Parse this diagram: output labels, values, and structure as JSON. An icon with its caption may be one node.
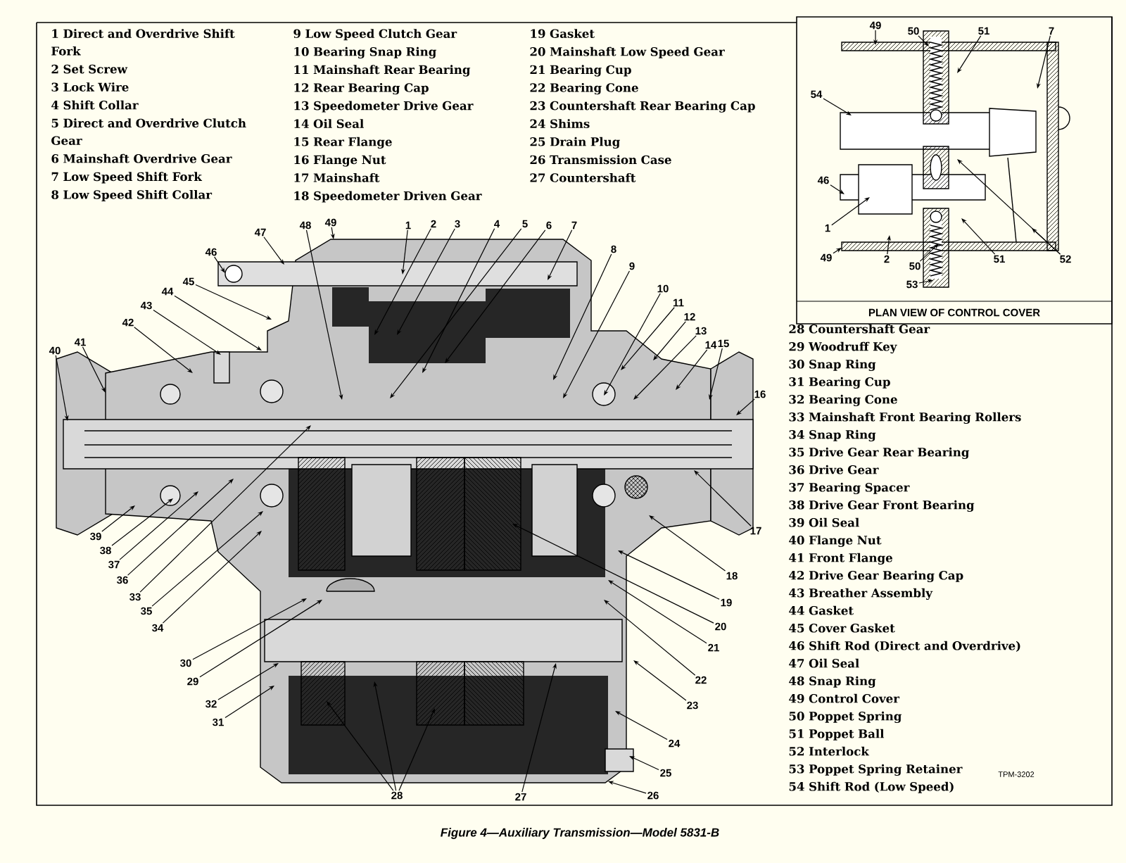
{
  "diagram": {
    "caption": "Figure 4—Auxiliary Transmission—Model 5831-B",
    "nodes": [
      {
        "text": [],
        "shape": "picture"
      },
      {
        "text": [],
        "shape": "picture"
      },
      {
        "text": [
          "1"
        ]
      },
      {
        "text": [
          "2"
        ]
      },
      {
        "text": [
          "3"
        ]
      },
      {
        "text": [
          "4"
        ]
      },
      {
        "text": [
          "5"
        ]
      },
      {
        "text": [
          "6"
        ]
      },
      {
        "text": [
          "7"
        ]
      },
      {
        "text": [
          "8"
        ]
      },
      {
        "text": [
          "9"
        ]
      },
      {
        "text": [
          "10"
        ]
      },
      {
        "text": [
          "11"
        ]
      },
      {
        "text": [
          "12"
        ]
      },
      {
        "text": [
          "13"
        ]
      },
      {
        "text": [
          "14"
        ]
      },
      {
        "text": [
          "15"
        ]
      },
      {
        "text": [
          "16"
        ]
      },
      {
        "text": [
          "17"
        ]
      },
      {
        "text": [
          "18"
        ]
      },
      {
        "text": [
          "19"
        ]
      },
      {
        "text": [
          "20"
        ]
      },
      {
        "text": [
          "21"
        ]
      },
      {
        "text": [
          "22"
        ]
      },
      {
        "text": [
          "23"
        ]
      },
      {
        "text": [
          "24"
        ]
      },
      {
        "text": [
          "25"
        ]
      },
      {
        "text": [
          "26"
        ]
      },
      {
        "text": [
          "27"
        ]
      },
      {
        "text": [
          "28"
        ]
      },
      {
        "text": [
          "29"
        ]
      },
      {
        "text": [
          "30"
        ]
      },
      {
        "text": [
          "31"
        ]
      },
      {
        "text": [
          "32"
        ]
      },
      {
        "text": [
          "33"
        ]
      },
      {
        "text": [
          "34"
        ]
      },
      {
        "text": [
          "35"
        ]
      },
      {
        "text": [
          "36"
        ]
      },
      {
        "text": [
          "37"
        ]
      },
      {
        "text": [
          "38"
        ]
      },
      {
        "text": [
          "39"
        ]
      },
      {
        "text": [
          "40"
        ]
      },
      {
        "text": [
          "41"
        ]
      },
      {
        "text": [
          "42"
        ]
      },
      {
        "text": [
          "43"
        ]
      },
      {
        "text": [
          "44"
        ]
      },
      {
        "text": [
          "45"
        ]
      },
      {
        "text": [
          "46"
        ]
      },
      {
        "text": [
          "47"
        ]
      },
      {
        "text": [
          "48"
        ]
      },
      {
        "text": [
          "49"
        ]
      },
      {
        "text": [
          "49"
        ]
      },
      {
        "text": [
          "50"
        ]
      },
      {
        "text": [
          "51"
        ]
      },
      {
        "text": [
          "7"
        ]
      },
      {
        "text": [
          "54"
        ]
      },
      {
        "text": [
          "46"
        ]
      },
      {
        "text": [
          "1"
        ]
      },
      {
        "text": [
          "2"
        ],
        "in": 1
      },
      {
        "text": [
          "49"
        ]
      },
      {
        "text": [
          "50"
        ],
        "in": 1
      },
      {
        "text": [
          "51"
        ],
        "in": 1
      },
      {
        "text": [
          "52"
        ],
        "in": 1
      },
      {
        "text": [
          "53"
        ],
        "in": 1
      }
    ],
    "edges": [
      {
        "from": 2,
        "to": 0,
        "arrow": "to"
      },
      {
        "from": 3,
        "to": 0,
        "arrow": "to"
      },
      {
        "from": 4,
        "to": 0,
        "arrow": "to"
      },
      {
        "from": 5,
        "to": 0,
        "arrow": "to"
      },
      {
        "from": 6,
        "to": 0,
        "arrow": "to"
      },
      {
        "from": 7,
        "to": 0,
        "arrow": "to"
      },
      {
        "from": 8,
        "to": 0,
        "arrow": "to"
      },
      {
        "from": 9,
        "to": 0,
        "arrow": "to"
      },
      {
        "from": 10,
        "to": 0,
        "arrow": "to"
      },
      {
        "from": 11,
        "to": 0,
        "arrow": "to"
      },
      {
        "from": 12,
        "to": 0,
        "arrow": "to"
      },
      {
        "from": 13,
        "to": 0,
        "arrow": "to"
      },
      {
        "from": 14,
        "to": 0,
        "arrow": "to"
      },
      {
        "from": 15,
        "to": 0,
        "arrow": "to"
      },
      {
        "from": 16,
        "to": 0,
        "arrow": "to"
      },
      {
        "from": 17,
        "to": 0,
        "arrow": "to"
      },
      {
        "from": 18,
        "to": 0,
        "arrow": "to"
      },
      {
        "from": 19,
        "to": 0,
        "arrow": "to"
      },
      {
        "from": 20,
        "to": 0,
        "arrow": "to"
      },
      {
        "from": 21,
        "to": 0,
        "arrow": "to"
      },
      {
        "from": 22,
        "to": 0,
        "arrow": "to"
      },
      {
        "from": 23,
        "to": 0,
        "arrow": "to"
      },
      {
        "from": 24,
        "to": 0,
        "arrow": "to"
      },
      {
        "from": 25,
        "to": 0,
        "arrow": "to"
      },
      {
        "from": 26,
        "to": 0,
        "arrow": "to"
      },
      {
        "from": 27,
        "to": 0,
        "arrow": "to"
      },
      {
        "from": 28,
        "to": 0,
        "arrow": "to"
      },
      {
        "from": 29,
        "to": 0,
        "arrow": "to"
      },
      {
        "from": 29,
        "to": 0,
        "arrow": "to"
      },
      {
        "from": 29,
        "to": 0,
        "arrow": "to"
      },
      {
        "from": 30,
        "to": 0,
        "arrow": "to"
      },
      {
        "from": 31,
        "to": 0,
        "arrow": "to"
      },
      {
        "from": 32,
        "to": 0,
        "arrow": "to"
      },
      {
        "from": 33,
        "to": 0,
        "arrow": "to"
      },
      {
        "from": 34,
        "to": 0,
        "arrow": "to"
      },
      {
        "from": 35,
        "to": 0,
        "arrow": "to"
      },
      {
        "from": 36,
        "to": 0,
        "arrow": "to"
      },
      {
        "from": 37,
        "to": 0,
        "arrow": "to"
      },
      {
        "from": 38,
        "to": 0,
        "arrow": "to"
      },
      {
        "from": 39,
        "to": 0,
        "arrow": "to"
      },
      {
        "from": 40,
        "to": 0,
        "arrow": "to"
      },
      {
        "from": 41,
        "to": 0,
        "arrow": "to"
      },
      {
        "from": 42,
        "to": 0,
        "arrow": "to"
      },
      {
        "from": 43,
        "to": 0,
        "arrow": "to"
      },
      {
        "from": 44,
        "to": 0,
        "arrow": "to"
      },
      {
        "from": 45,
        "to": 0,
        "arrow": "to"
      },
      {
        "from": 46,
        "to": 0,
        "arrow": "to"
      },
      {
        "from": 47,
        "to": 0,
        "arrow": "to"
      },
      {
        "from": 48,
        "to": 0,
        "arrow": "to"
      },
      {
        "from": 49,
        "to": 0,
        "arrow": "to"
      },
      {
        "from": 50,
        "to": 0,
        "arrow": "to"
      },
      {
        "from": 51,
        "to": 1,
        "arrow": "to"
      },
      {
        "from": 52,
        "to": 1,
        "arrow": "to"
      },
      {
        "from": 53,
        "to": 1,
        "arrow": "to"
      },
      {
        "from": 54,
        "to": 1,
        "arrow": "to"
      },
      {
        "from": 55,
        "to": 1,
        "arrow": "to"
      },
      {
        "from": 56,
        "to": 1,
        "arrow": "to"
      },
      {
        "from": 57,
        "to": 1,
        "arrow": "to"
      },
      {
        "from": 58,
        "to": 1,
        "arrow": "to"
      },
      {
        "from": 59,
        "to": 1,
        "arrow": "to"
      },
      {
        "from": 60,
        "to": 1,
        "arrow": "to"
      },
      {
        "from": 61,
        "to": 1,
        "arrow": "to"
      },
      {
        "from": 62,
        "to": 1,
        "arrow": "to"
      },
      {
        "from": 62,
        "to": 1,
        "arrow": "to"
      },
      {
        "from": 63,
        "to": 1,
        "arrow": "to"
      }
    ],
    "labels": [
      "1 Direct and Overdrive Shift Fork",
      "2 Set Screw",
      "3 Lock Wire",
      "4 Shift Collar",
      "5 Direct and Overdrive Clutch Gear",
      "6 Mainshaft Overdrive Gear",
      "7 Low Speed Shift Fork",
      "8 Low Speed Shift Collar",
      "9 Low Speed Clutch Gear",
      "10 Bearing Snap Ring",
      "11 Mainshaft Rear Bearing",
      "12 Rear Bearing Cap",
      "13 Speedometer Drive Gear",
      "14 Oil Seal",
      "15 Rear Flange",
      "16 Flange Nut",
      "17 Mainshaft",
      "18 Speedometer Driven Gear",
      "19 Gasket",
      "20 Mainshaft Low Speed Gear",
      "21 Bearing Cup",
      "22 Bearing Cone",
      "23 Countershaft Rear Bearing Cap",
      "24 Shims",
      "25 Drain Plug",
      "26 Transmission Case",
      "27 Countershaft",
      "PLAN VIEW OF CONTROL COVER",
      "28 Countershaft Gear",
      "29 Woodruff Key",
      "30 Snap Ring",
      "31 Bearing Cup",
      "32 Bearing Cone",
      "33 Mainshaft Front Bearing Rollers",
      "34 Snap Ring",
      "35 Drive Gear Rear Bearing",
      "36 Drive Gear",
      "37 Bearing Spacer",
      "38 Drive Gear Front Bearing",
      "39 Oil Seal",
      "40 Flange Nut",
      "41 Front Flange",
      "42 Drive Gear Bearing Cap",
      "43 Breather Assembly",
      "44 Gasket",
      "45 Cover Gasket",
      "46 Shift Rod (Direct and Overdrive)",
      "47 Oil Seal",
      "48 Snap Ring",
      "49 Control Cover",
      "50 Poppet Spring",
      "51 Poppet Ball",
      "52 Interlock",
      "53 Poppet Spring Retainer",
      "54 Shift Rod (Low Speed)",
      "TPM-3202"
    ]
  }
}
